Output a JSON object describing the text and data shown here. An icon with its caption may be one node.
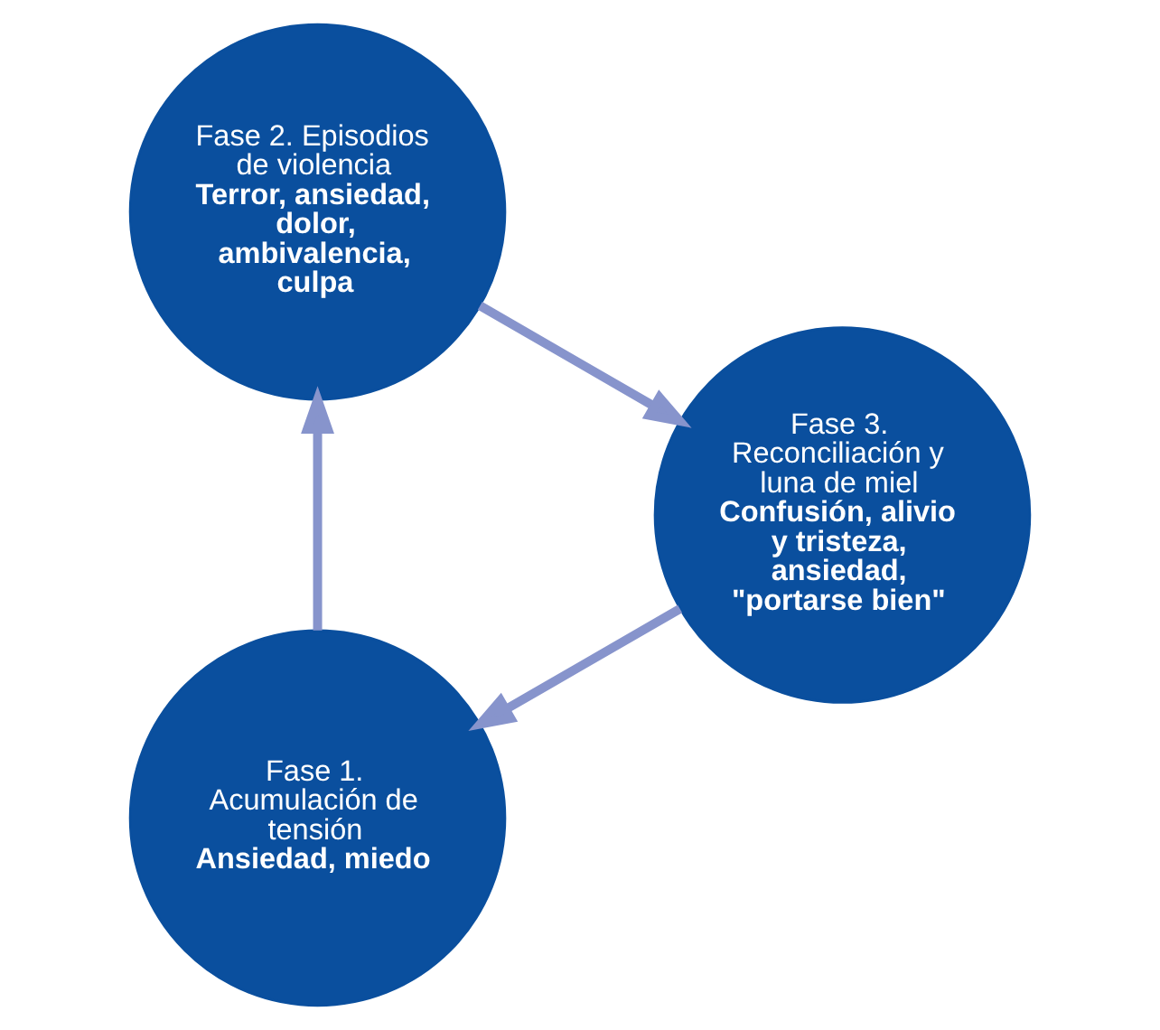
{
  "diagram": {
    "nodes": [
      {
        "text": [
          "Fase 1. Acumulación de tensión",
          "Ansiedad, miedo"
        ]
      },
      {
        "text": [
          "Fase 2. Episodios de violencia",
          "Terror, ansiedad, dolor, ambivalencia, culpa"
        ]
      },
      {
        "text": [
          "Fase 3. Reconciliación y luna de miel",
          "Confusión, alivio y tristeza, ansiedad, \"portarse bien\""
        ]
      }
    ],
    "edges": [
      {
        "from": 0,
        "to": 1,
        "arrow": "to"
      },
      {
        "from": 1,
        "to": 2,
        "arrow": "to"
      },
      {
        "from": 2,
        "to": 0,
        "arrow": "to"
      }
    ]
  }
}
